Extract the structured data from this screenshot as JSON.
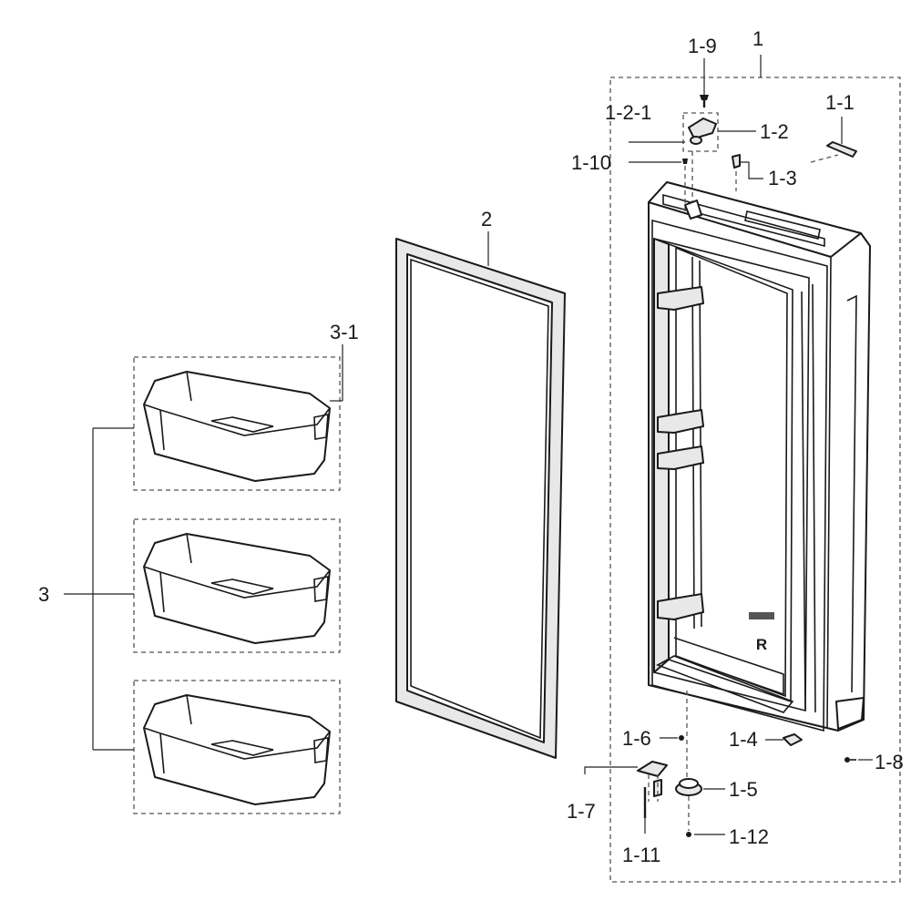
{
  "labels": {
    "door_assembly": "1",
    "gasket": "2",
    "guard_set": "3",
    "guard_part": "3-1",
    "p1_1": "1-1",
    "p1_2": "1-2",
    "p1_2_1": "1-2-1",
    "p1_3": "1-3",
    "p1_4": "1-4",
    "p1_5": "1-5",
    "p1_6": "1-6",
    "p1_7": "1-7",
    "p1_8": "1-8",
    "p1_9": "1-9",
    "p1_10": "1-10",
    "p1_11": "1-11",
    "p1_12": "1-12"
  },
  "door_marking": "R",
  "colors": {
    "line": "#1a1a1a",
    "dash": "#555555",
    "fill": "#ffffff",
    "shade": "#e8e8e8"
  }
}
